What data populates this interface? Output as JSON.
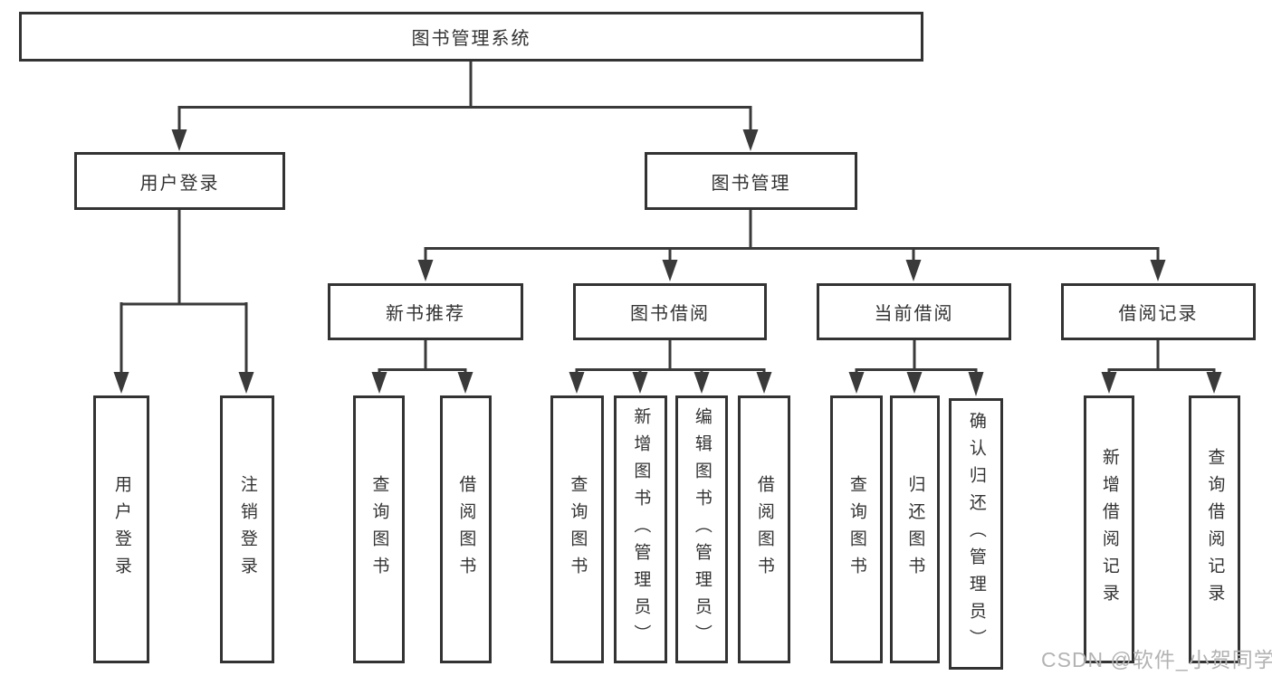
{
  "colors": {
    "line": "#3a3a3a",
    "border": "#333333",
    "text": "#333333",
    "background": "#ffffff",
    "watermark": "#b3b3b3"
  },
  "tree": {
    "root": {
      "label": "图书管理系统"
    },
    "branches": [
      {
        "label": "用户登录",
        "children": [
          {
            "label": "用户登录"
          },
          {
            "label": "注销登录"
          }
        ]
      },
      {
        "label": "图书管理",
        "children": [
          {
            "label": "新书推荐",
            "children": [
              {
                "label": "查询图书"
              },
              {
                "label": "借阅图书"
              }
            ]
          },
          {
            "label": "图书借阅",
            "children": [
              {
                "label": "查询图书"
              },
              {
                "label": "新增图书（管理员）"
              },
              {
                "label": "编辑图书（管理员）"
              },
              {
                "label": "借阅图书"
              }
            ]
          },
          {
            "label": "当前借阅",
            "children": [
              {
                "label": "查询图书"
              },
              {
                "label": "归还图书"
              },
              {
                "label": "确认归还（管理员）"
              }
            ]
          },
          {
            "label": "借阅记录",
            "children": [
              {
                "label": "新增借阅记录"
              },
              {
                "label": "查询借阅记录"
              }
            ]
          }
        ]
      }
    ]
  },
  "watermark": {
    "text": "CSDN @软件_小贺同学"
  }
}
